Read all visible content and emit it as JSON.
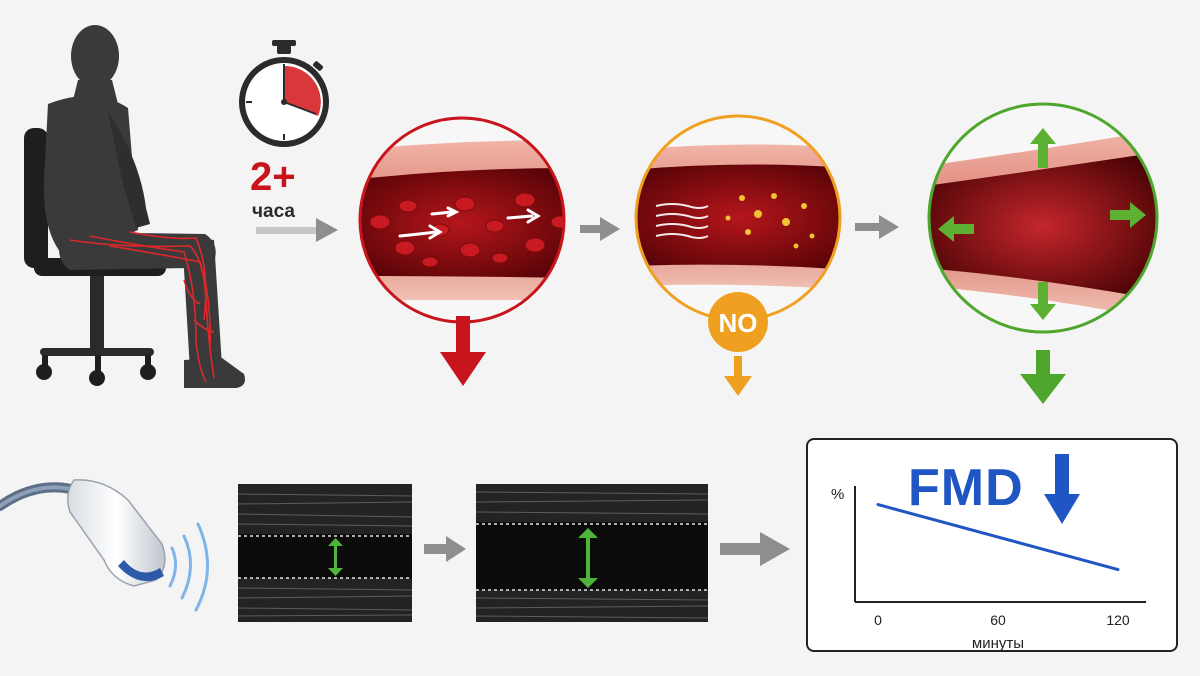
{
  "sitting": {
    "duration_value": "2+",
    "duration_unit": "часа"
  },
  "no_badge": {
    "label": "NO"
  },
  "chart_data": {
    "type": "line",
    "title": "FMD",
    "ylabel": "%",
    "xlabel": "минуты",
    "x_ticks": [
      "0",
      "60",
      "120"
    ],
    "series": [
      {
        "x": [
          0,
          120
        ],
        "values": [
          84,
          28
        ]
      }
    ],
    "xlim": [
      0,
      120
    ],
    "ylim": [
      0,
      100
    ],
    "grid": false
  },
  "colors": {
    "red_stage": "#c8141c",
    "orange_stage": "#f0a020",
    "green_stage": "#4ea72c",
    "fmd_blue": "#1f56c4"
  }
}
